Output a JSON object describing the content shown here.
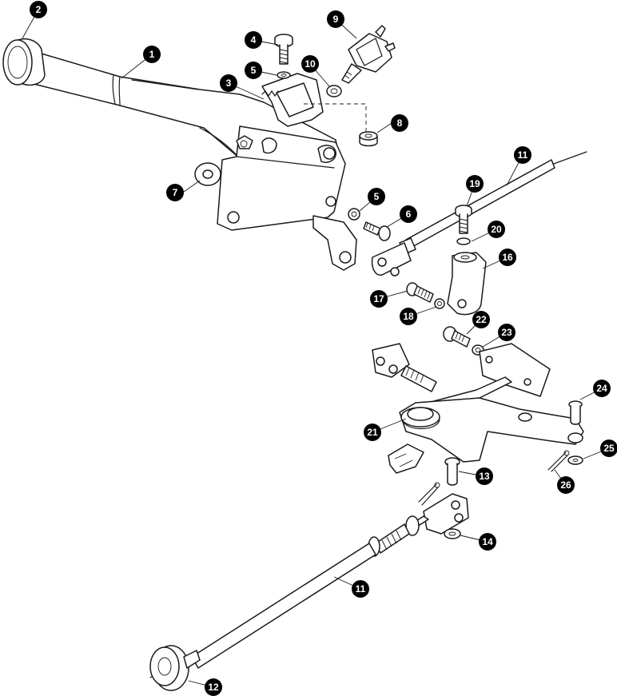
{
  "callouts": [
    {
      "id": "c1",
      "label": "1"
    },
    {
      "id": "c2",
      "label": "2"
    },
    {
      "id": "c3",
      "label": "3"
    },
    {
      "id": "c4",
      "label": "4"
    },
    {
      "id": "c5a",
      "label": "5"
    },
    {
      "id": "c5b",
      "label": "5"
    },
    {
      "id": "c6",
      "label": "6"
    },
    {
      "id": "c7",
      "label": "7"
    },
    {
      "id": "c8",
      "label": "8"
    },
    {
      "id": "c9",
      "label": "9"
    },
    {
      "id": "c10",
      "label": "10"
    },
    {
      "id": "c11a",
      "label": "11"
    },
    {
      "id": "c11b",
      "label": "11"
    },
    {
      "id": "c12",
      "label": "12"
    },
    {
      "id": "c13",
      "label": "13"
    },
    {
      "id": "c14",
      "label": "14"
    },
    {
      "id": "c16",
      "label": "16"
    },
    {
      "id": "c17",
      "label": "17"
    },
    {
      "id": "c18",
      "label": "18"
    },
    {
      "id": "c19",
      "label": "19"
    },
    {
      "id": "c20",
      "label": "20"
    },
    {
      "id": "c21",
      "label": "21"
    },
    {
      "id": "c22",
      "label": "22"
    },
    {
      "id": "c23",
      "label": "23"
    },
    {
      "id": "c24",
      "label": "24"
    },
    {
      "id": "c25",
      "label": "25"
    },
    {
      "id": "c26",
      "label": "26"
    }
  ]
}
